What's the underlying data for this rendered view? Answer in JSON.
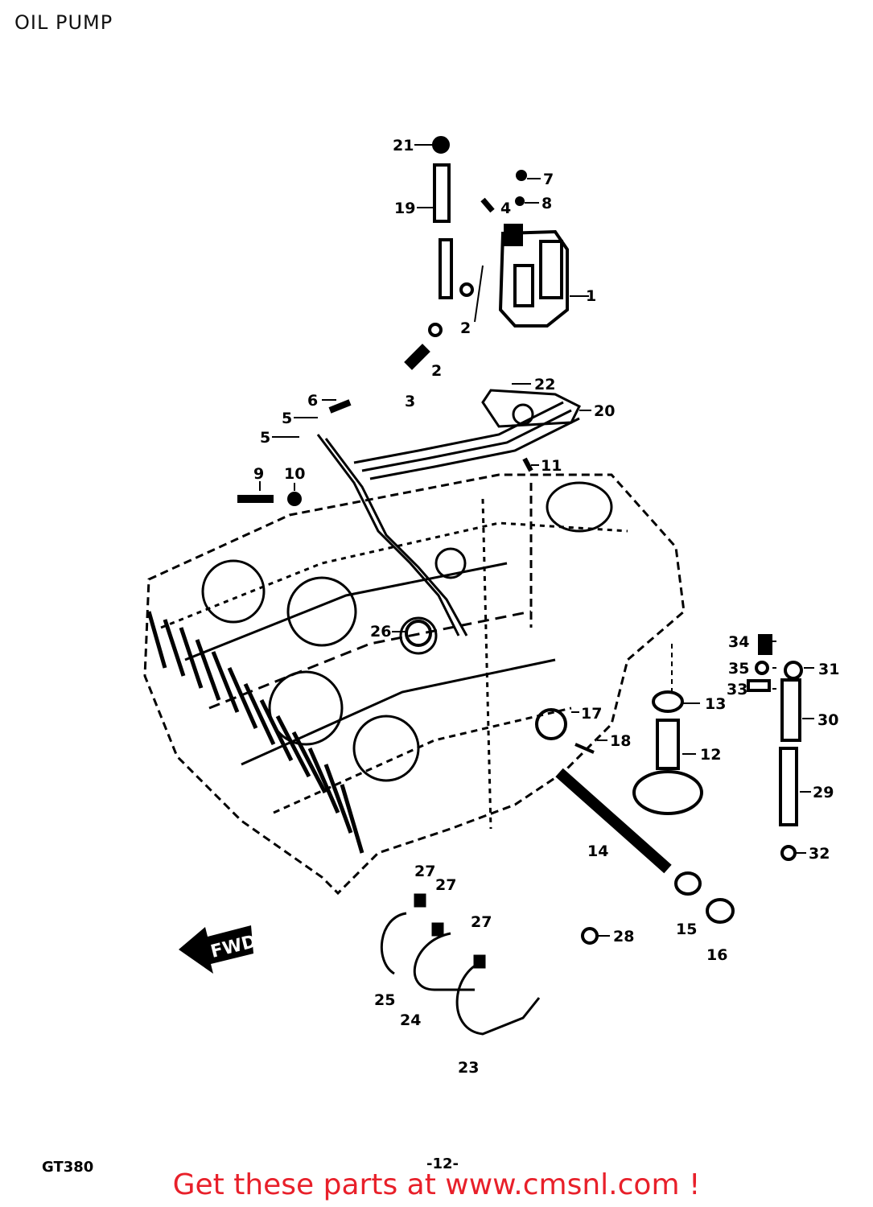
{
  "header": {
    "title": "OIL PUMP"
  },
  "diagram": {
    "fwd_label": "FWD",
    "callouts": [
      "1",
      "2",
      "2",
      "3",
      "4",
      "5",
      "5",
      "6",
      "7",
      "8",
      "9",
      "10",
      "11",
      "12",
      "13",
      "14",
      "15",
      "16",
      "17",
      "18",
      "19",
      "20",
      "21",
      "22",
      "23",
      "24",
      "25",
      "26",
      "27",
      "27",
      "27",
      "28",
      "29",
      "30",
      "31",
      "32",
      "33",
      "34",
      "35"
    ]
  },
  "footer": {
    "model": "GT380",
    "page_number": "-12-",
    "link_text": "Get these parts at www.cmsnl.com !"
  }
}
